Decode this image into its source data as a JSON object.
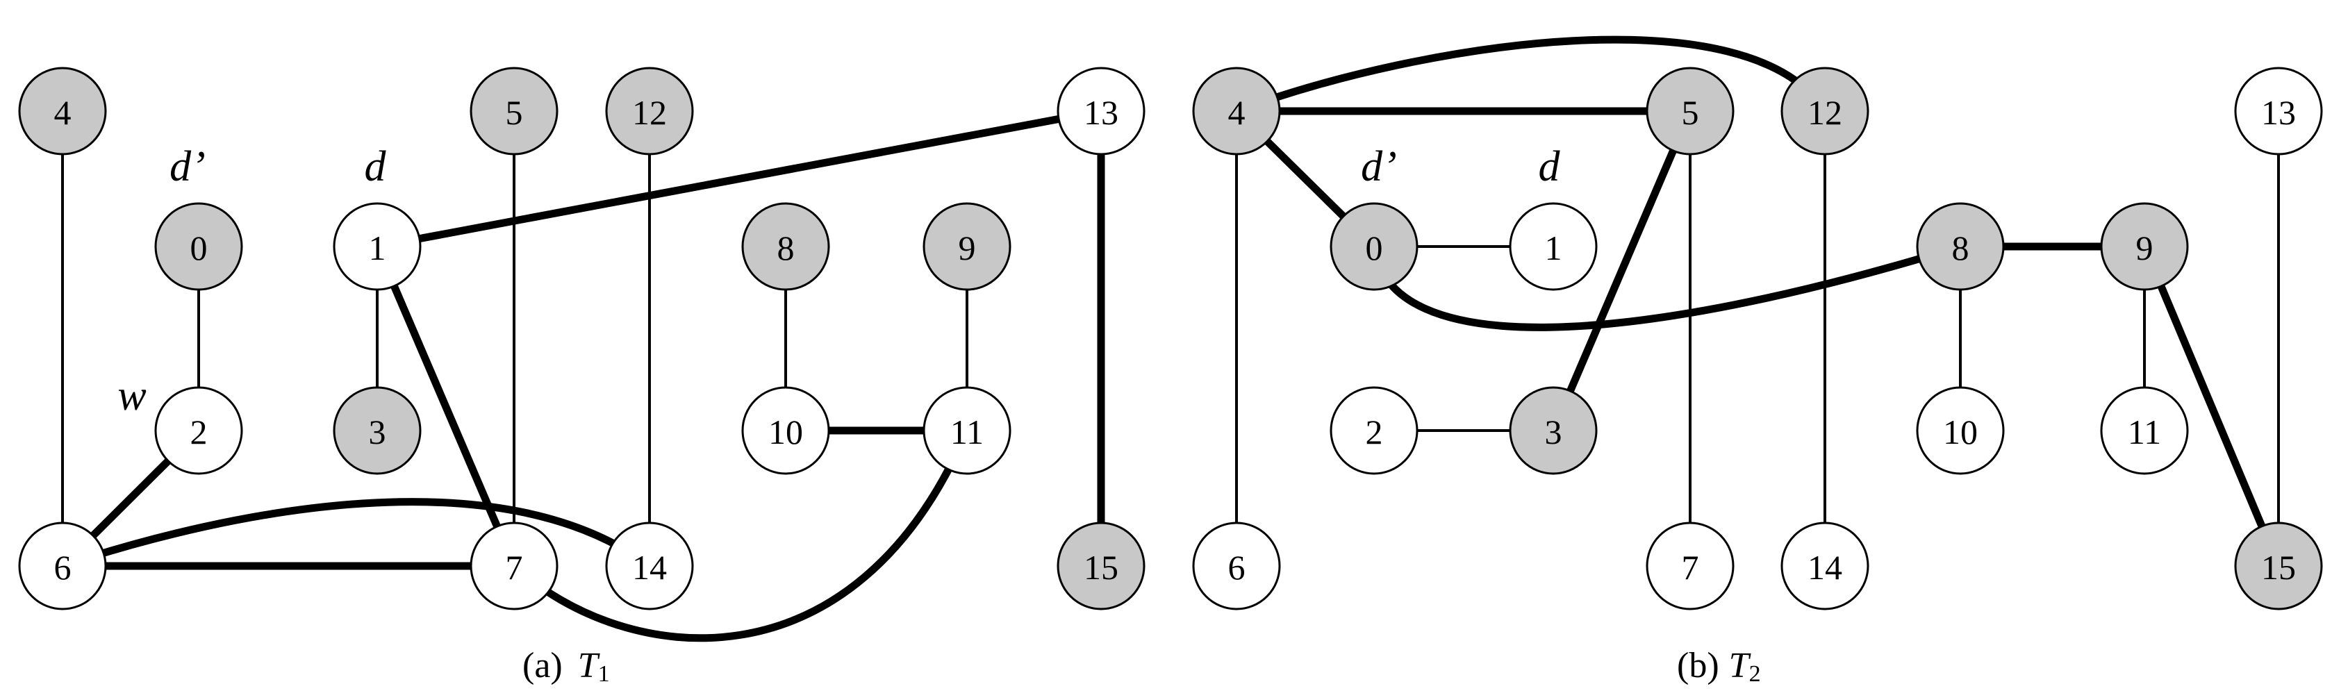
{
  "colors": {
    "shaded": "#c8c8c8",
    "unshaded": "#ffffff",
    "stroke": "#000000"
  },
  "panels": [
    {
      "id": "a",
      "caption_prefix": "(a)",
      "caption_var": "T",
      "caption_sub": "1",
      "labels": [
        "d’",
        "d",
        "w"
      ],
      "nodes": [
        {
          "label": "4",
          "shaded": true
        },
        {
          "label": "0",
          "shaded": true
        },
        {
          "label": "1",
          "shaded": false
        },
        {
          "label": "5",
          "shaded": true
        },
        {
          "label": "12",
          "shaded": true
        },
        {
          "label": "13",
          "shaded": false
        },
        {
          "label": "8",
          "shaded": true
        },
        {
          "label": "9",
          "shaded": true
        },
        {
          "label": "2",
          "shaded": false
        },
        {
          "label": "3",
          "shaded": true
        },
        {
          "label": "10",
          "shaded": false
        },
        {
          "label": "11",
          "shaded": false
        },
        {
          "label": "6",
          "shaded": false
        },
        {
          "label": "7",
          "shaded": false
        },
        {
          "label": "14",
          "shaded": false
        },
        {
          "label": "15",
          "shaded": true
        }
      ],
      "edges": [
        {
          "from": "4",
          "to": "6",
          "style": "thin"
        },
        {
          "from": "0",
          "to": "2",
          "style": "thin"
        },
        {
          "from": "2",
          "to": "6",
          "style": "thick"
        },
        {
          "from": "1",
          "to": "3",
          "style": "thin"
        },
        {
          "from": "1",
          "to": "7",
          "style": "thick"
        },
        {
          "from": "1",
          "to": "13",
          "style": "thick"
        },
        {
          "from": "5",
          "to": "7",
          "style": "thin"
        },
        {
          "from": "12",
          "to": "14",
          "style": "thin"
        },
        {
          "from": "13",
          "to": "15",
          "style": "thick"
        },
        {
          "from": "8",
          "to": "10",
          "style": "thin"
        },
        {
          "from": "9",
          "to": "11",
          "style": "thin"
        },
        {
          "from": "10",
          "to": "11",
          "style": "thick"
        },
        {
          "from": "6",
          "to": "7",
          "style": "thick"
        },
        {
          "from": "6",
          "to": "14",
          "style": "thick",
          "curved": true
        },
        {
          "from": "7",
          "to": "11",
          "style": "thick",
          "curved": true
        }
      ]
    },
    {
      "id": "b",
      "caption_prefix": "(b)",
      "caption_var": "T",
      "caption_sub": "2",
      "labels": [
        "d’",
        "d"
      ],
      "nodes": [
        {
          "label": "4",
          "shaded": true
        },
        {
          "label": "5",
          "shaded": true
        },
        {
          "label": "12",
          "shaded": true
        },
        {
          "label": "13",
          "shaded": false
        },
        {
          "label": "0",
          "shaded": true
        },
        {
          "label": "1",
          "shaded": false
        },
        {
          "label": "8",
          "shaded": true
        },
        {
          "label": "9",
          "shaded": true
        },
        {
          "label": "2",
          "shaded": false
        },
        {
          "label": "3",
          "shaded": true
        },
        {
          "label": "10",
          "shaded": false
        },
        {
          "label": "11",
          "shaded": false
        },
        {
          "label": "6",
          "shaded": false
        },
        {
          "label": "7",
          "shaded": false
        },
        {
          "label": "14",
          "shaded": false
        },
        {
          "label": "15",
          "shaded": true
        }
      ],
      "edges": [
        {
          "from": "4",
          "to": "6",
          "style": "thin"
        },
        {
          "from": "4",
          "to": "5",
          "style": "thick"
        },
        {
          "from": "4",
          "to": "12",
          "style": "thick",
          "curved": true
        },
        {
          "from": "4",
          "to": "0",
          "style": "thick"
        },
        {
          "from": "0",
          "to": "1",
          "style": "thin"
        },
        {
          "from": "0",
          "to": "8",
          "style": "thick",
          "curved": true
        },
        {
          "from": "5",
          "to": "7",
          "style": "thin"
        },
        {
          "from": "5",
          "to": "3",
          "style": "thick"
        },
        {
          "from": "12",
          "to": "14",
          "style": "thin"
        },
        {
          "from": "13",
          "to": "15",
          "style": "thin"
        },
        {
          "from": "2",
          "to": "3",
          "style": "thin"
        },
        {
          "from": "8",
          "to": "9",
          "style": "thick"
        },
        {
          "from": "8",
          "to": "10",
          "style": "thin"
        },
        {
          "from": "9",
          "to": "11",
          "style": "thin"
        },
        {
          "from": "9",
          "to": "15",
          "style": "thick"
        }
      ]
    }
  ]
}
